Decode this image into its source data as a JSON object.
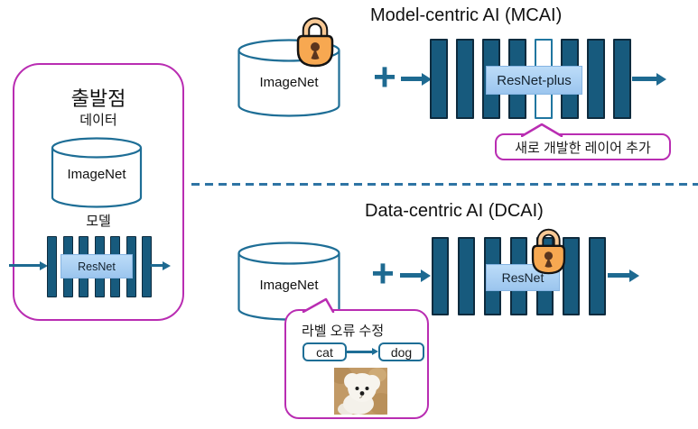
{
  "colors": {
    "accent_magenta": "#B92DB2",
    "layer_fill": "#175A7D",
    "layer_outline": "#0E2B3E",
    "diagram_blue": "#1E6A91",
    "cylinder_stroke": "#1E6E96",
    "model_label_fill": "#A9CDF0",
    "lock_body": "#F7A851",
    "lock_shackle": "#F9C995"
  },
  "starting_point": {
    "title": "출발점",
    "data_label": "데이터",
    "dataset": "ImageNet",
    "model_label": "모델",
    "model_name": "ResNet",
    "layers": 7
  },
  "mcai": {
    "title": "Model-centric AI (MCAI)",
    "dataset": "ImageNet",
    "plus": "+",
    "model_name": "ResNet-plus",
    "layers": 8,
    "new_layer_index": 4,
    "callout": "새로 개발한 레이어 추가",
    "lock_icon": "padlock"
  },
  "dcai": {
    "title": "Data-centric AI (DCAI)",
    "dataset": "ImageNet",
    "plus": "+",
    "model_name": "ResNet",
    "layers": 7,
    "lock_icon": "padlock",
    "bubble": {
      "title": "라벨 오류 수정",
      "wrong_label": "cat",
      "correct_label": "dog",
      "photo": "white-puppy"
    }
  }
}
